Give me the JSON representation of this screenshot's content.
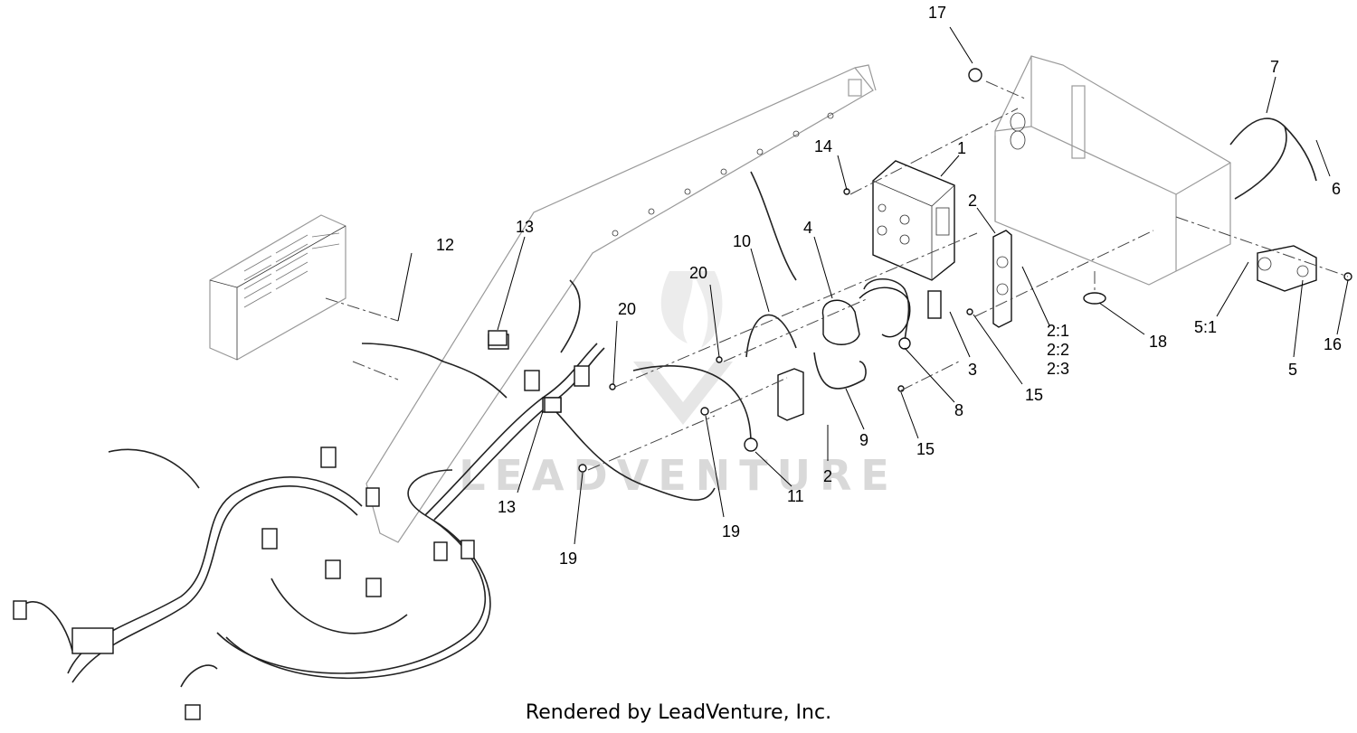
{
  "watermark": "LEADVENTURE",
  "footer_text": "Rendered by LeadVenture, Inc.",
  "callouts": [
    "1",
    "2",
    "2",
    "2:1",
    "2:2",
    "2:3",
    "3",
    "4",
    "5",
    "5:1",
    "6",
    "7",
    "8",
    "9",
    "10",
    "11",
    "12",
    "13",
    "13",
    "14",
    "15",
    "15",
    "16",
    "17",
    "18",
    "19",
    "19",
    "20",
    "20"
  ]
}
